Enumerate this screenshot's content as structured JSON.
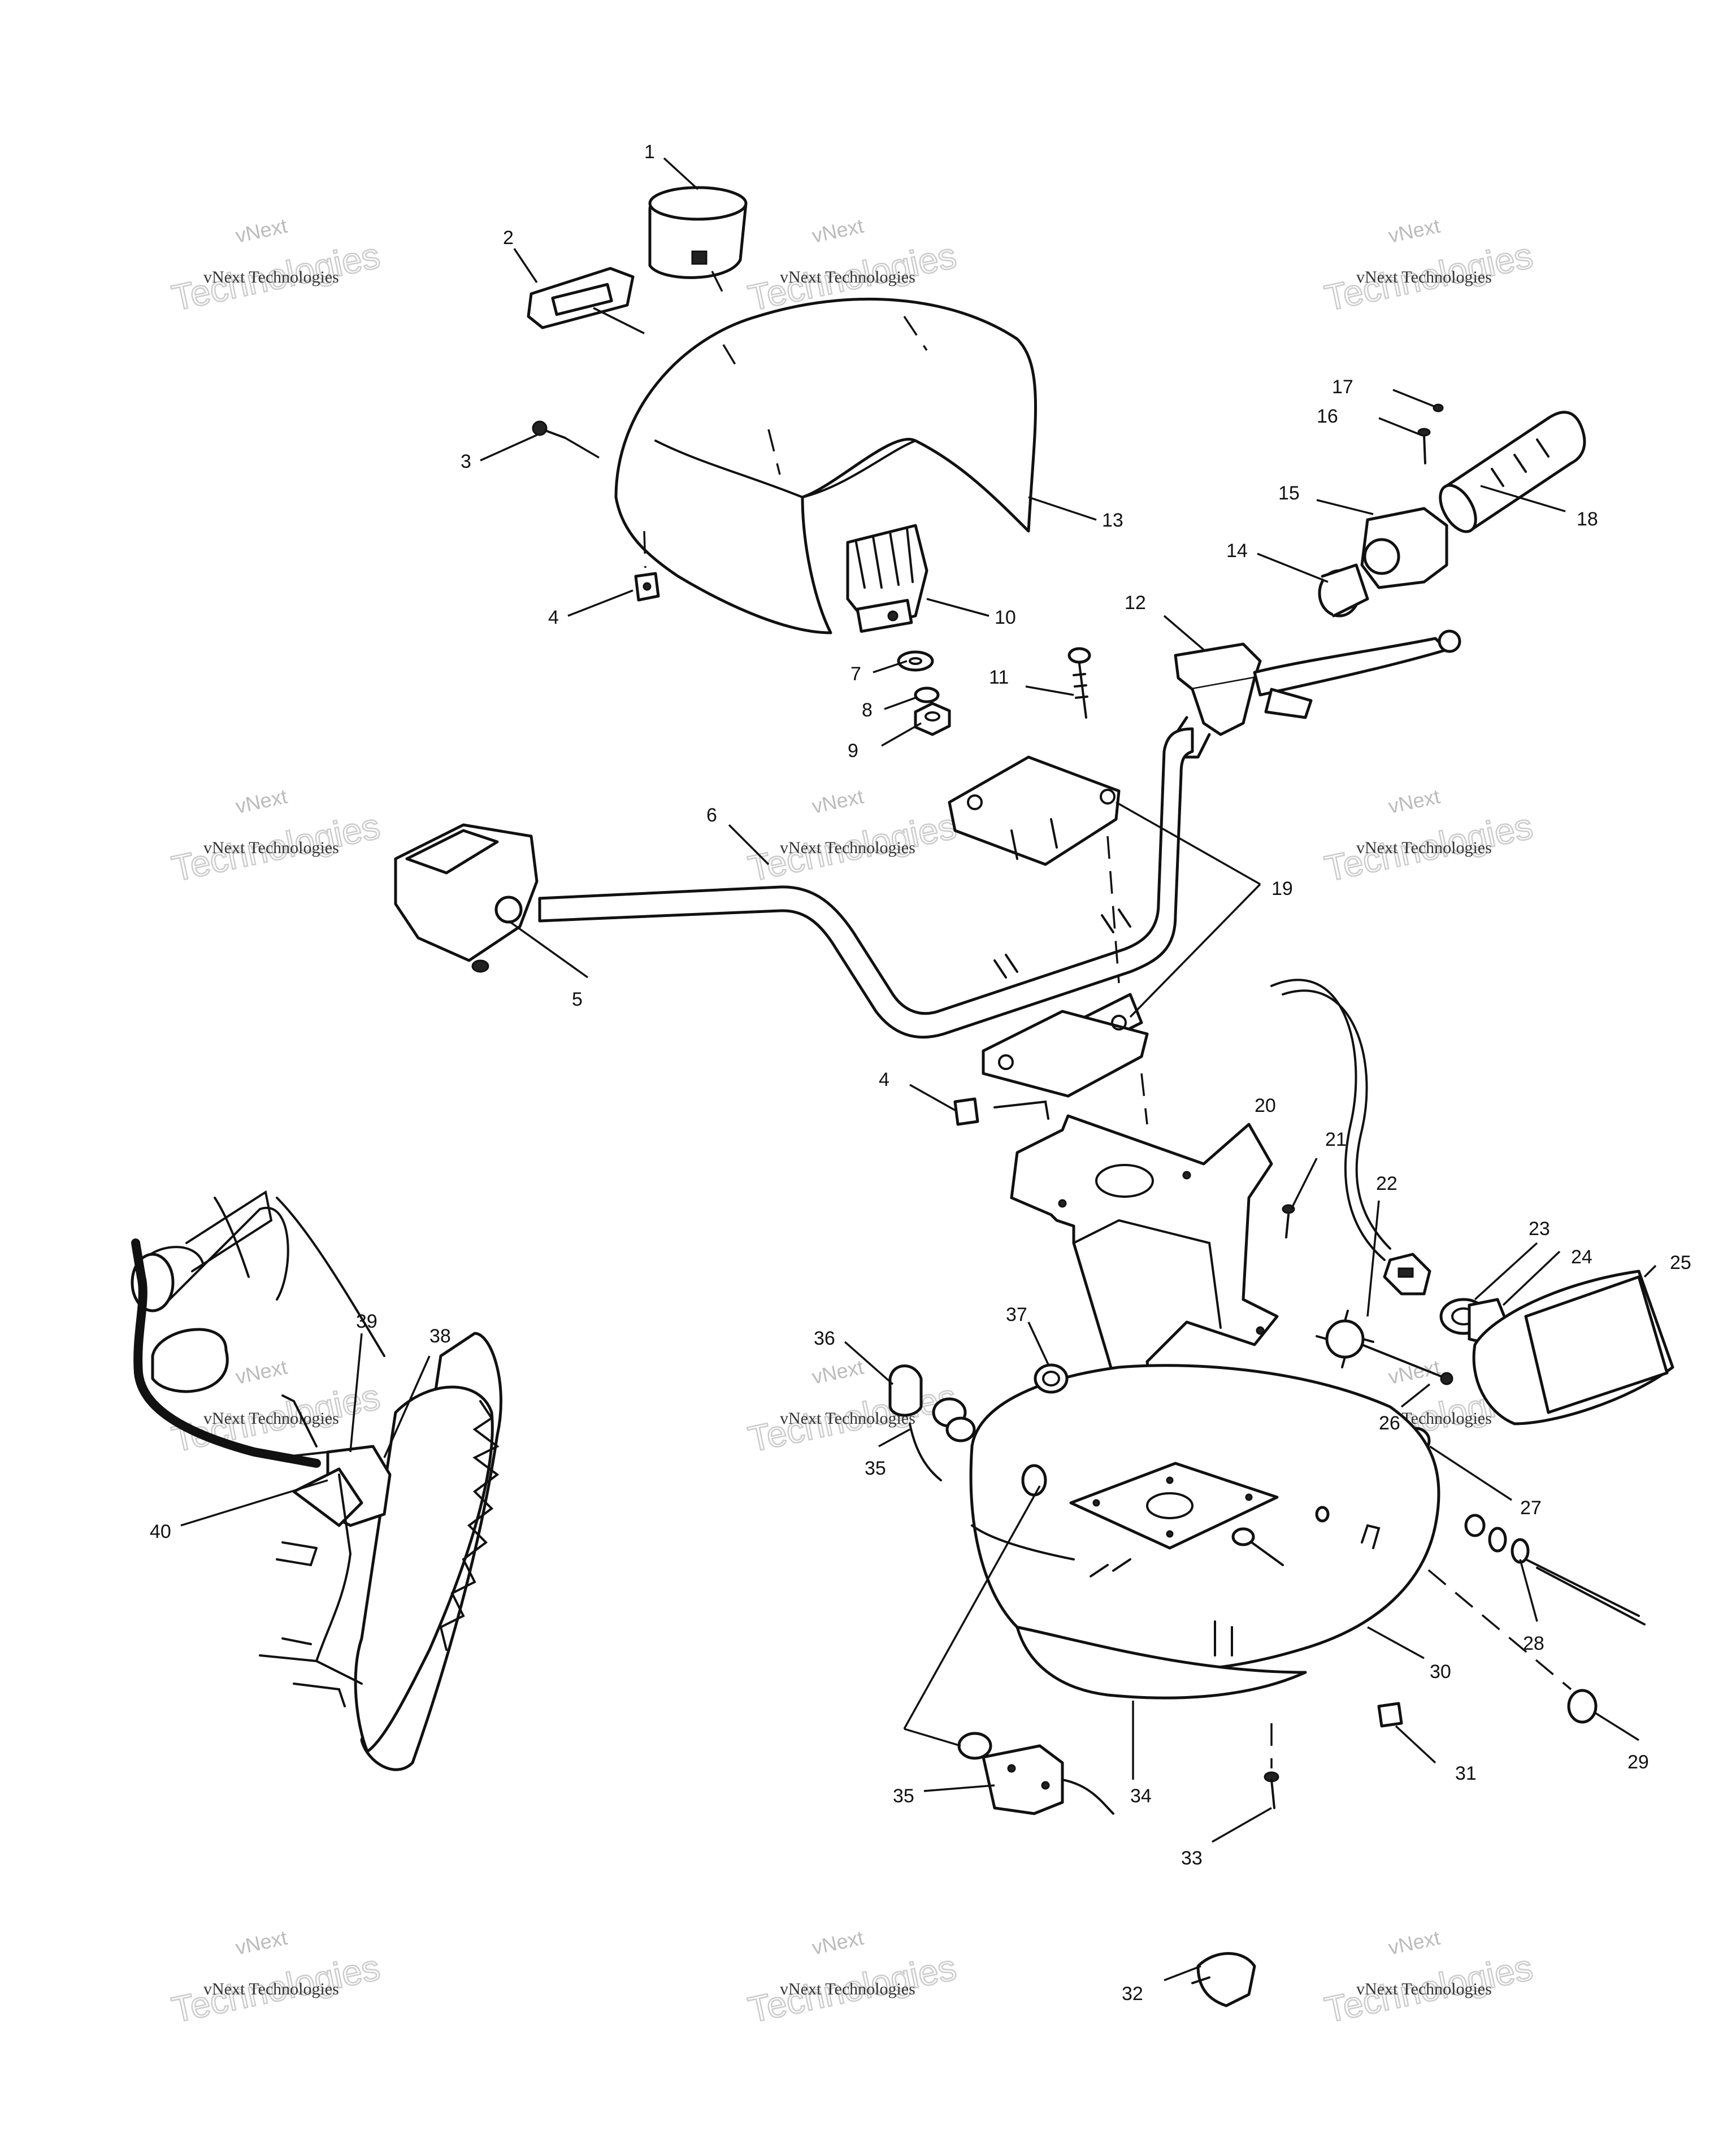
{
  "watermark": {
    "line_a": "vNext",
    "line_b": "Technologies",
    "line_c": "vNext Technologies"
  },
  "callouts": [
    {
      "num": "1"
    },
    {
      "num": "2"
    },
    {
      "num": "3"
    },
    {
      "num": "4"
    },
    {
      "num": "4"
    },
    {
      "num": "5"
    },
    {
      "num": "6"
    },
    {
      "num": "7"
    },
    {
      "num": "8"
    },
    {
      "num": "9"
    },
    {
      "num": "10"
    },
    {
      "num": "11"
    },
    {
      "num": "12"
    },
    {
      "num": "13"
    },
    {
      "num": "14"
    },
    {
      "num": "15"
    },
    {
      "num": "16"
    },
    {
      "num": "17"
    },
    {
      "num": "18"
    },
    {
      "num": "19"
    },
    {
      "num": "20"
    },
    {
      "num": "21"
    },
    {
      "num": "22"
    },
    {
      "num": "23"
    },
    {
      "num": "24"
    },
    {
      "num": "25"
    },
    {
      "num": "26"
    },
    {
      "num": "27"
    },
    {
      "num": "28"
    },
    {
      "num": "29"
    },
    {
      "num": "30"
    },
    {
      "num": "31"
    },
    {
      "num": "32"
    },
    {
      "num": "33"
    },
    {
      "num": "34"
    },
    {
      "num": "35"
    },
    {
      "num": "35"
    },
    {
      "num": "36"
    },
    {
      "num": "37"
    },
    {
      "num": "38"
    },
    {
      "num": "39"
    },
    {
      "num": "40"
    }
  ]
}
